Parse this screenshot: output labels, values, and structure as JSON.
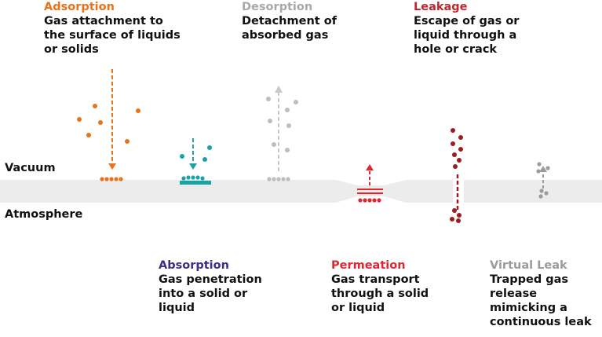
{
  "colors": {
    "adsorption": "#e8731a",
    "absorption": "#3a2e85",
    "absorption_marks": "#1aa3a6",
    "desorption": "#bdbdbd",
    "permeation": "#e0262f",
    "leakage": "#9e1b1f",
    "virtual_leak": "#9b9b9b",
    "band": "#ececec",
    "text": "#111111"
  },
  "zones": {
    "vacuum": "Vacuum",
    "atmosphere": "Atmosphere"
  },
  "processes": {
    "adsorption": {
      "title": "Adsorption",
      "desc_lines": [
        "Gas attachment to",
        "the surface of liquids",
        "or solids"
      ]
    },
    "desorption": {
      "title": "Desorption",
      "desc_lines": [
        "Detachment of",
        "absorbed gas"
      ]
    },
    "leakage": {
      "title": "Leakage",
      "desc_lines": [
        "Escape of gas or",
        "liquid through a",
        "hole or crack"
      ]
    },
    "absorption": {
      "title": "Absorption",
      "desc_lines": [
        "Gas penetration",
        "into a solid or",
        "liquid"
      ]
    },
    "permeation": {
      "title": "Permeation",
      "desc_lines": [
        "Gas transport",
        "through a solid",
        "or liquid"
      ]
    },
    "virtual_leak": {
      "title": "Virtual Leak",
      "desc_lines": [
        "Trapped gas",
        "release",
        "mimicking a",
        "continuous leak"
      ]
    }
  }
}
